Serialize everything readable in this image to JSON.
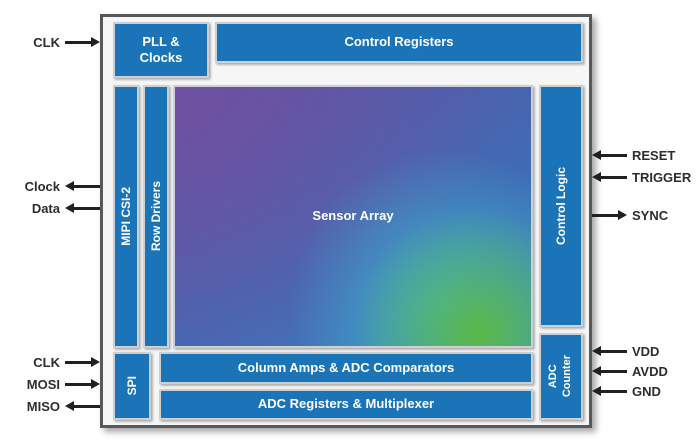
{
  "colors": {
    "block_blue": "#1b74b8",
    "chip_border": "#57585a",
    "arrow_black": "#231f20",
    "sensor_purple": "#6f51a0",
    "sensor_blue": "#3f6cb5",
    "sensor_green": "#5cb848"
  },
  "blocks": {
    "pll": "PLL &\nClocks",
    "control_registers": "Control Registers",
    "mipi": "MIPI CSI-2",
    "row_drivers": "Row Drivers",
    "sensor_array": "Sensor Array",
    "control_logic": "Control Logic",
    "adc_counter": "ADC\nCounter",
    "spi": "SPI",
    "column_amps": "Column Amps & ADC Comparators",
    "adc_registers": "ADC Registers & Multiplexer"
  },
  "signals": {
    "left_top": [
      {
        "label": "CLK",
        "direction": "in"
      }
    ],
    "left_mid": [
      {
        "label": "Clock",
        "direction": "out"
      },
      {
        "label": "Data",
        "direction": "out"
      }
    ],
    "left_bottom": [
      {
        "label": "CLK",
        "direction": "in"
      },
      {
        "label": "MOSI",
        "direction": "in"
      },
      {
        "label": "MISO",
        "direction": "out"
      }
    ],
    "right_top": [
      {
        "label": "RESET",
        "direction": "in"
      },
      {
        "label": "TRIGGER",
        "direction": "in"
      },
      {
        "label": "SYNC",
        "direction": "out"
      }
    ],
    "right_bottom": [
      {
        "label": "VDD",
        "direction": "in"
      },
      {
        "label": "AVDD",
        "direction": "in"
      },
      {
        "label": "GND",
        "direction": "in"
      }
    ]
  }
}
